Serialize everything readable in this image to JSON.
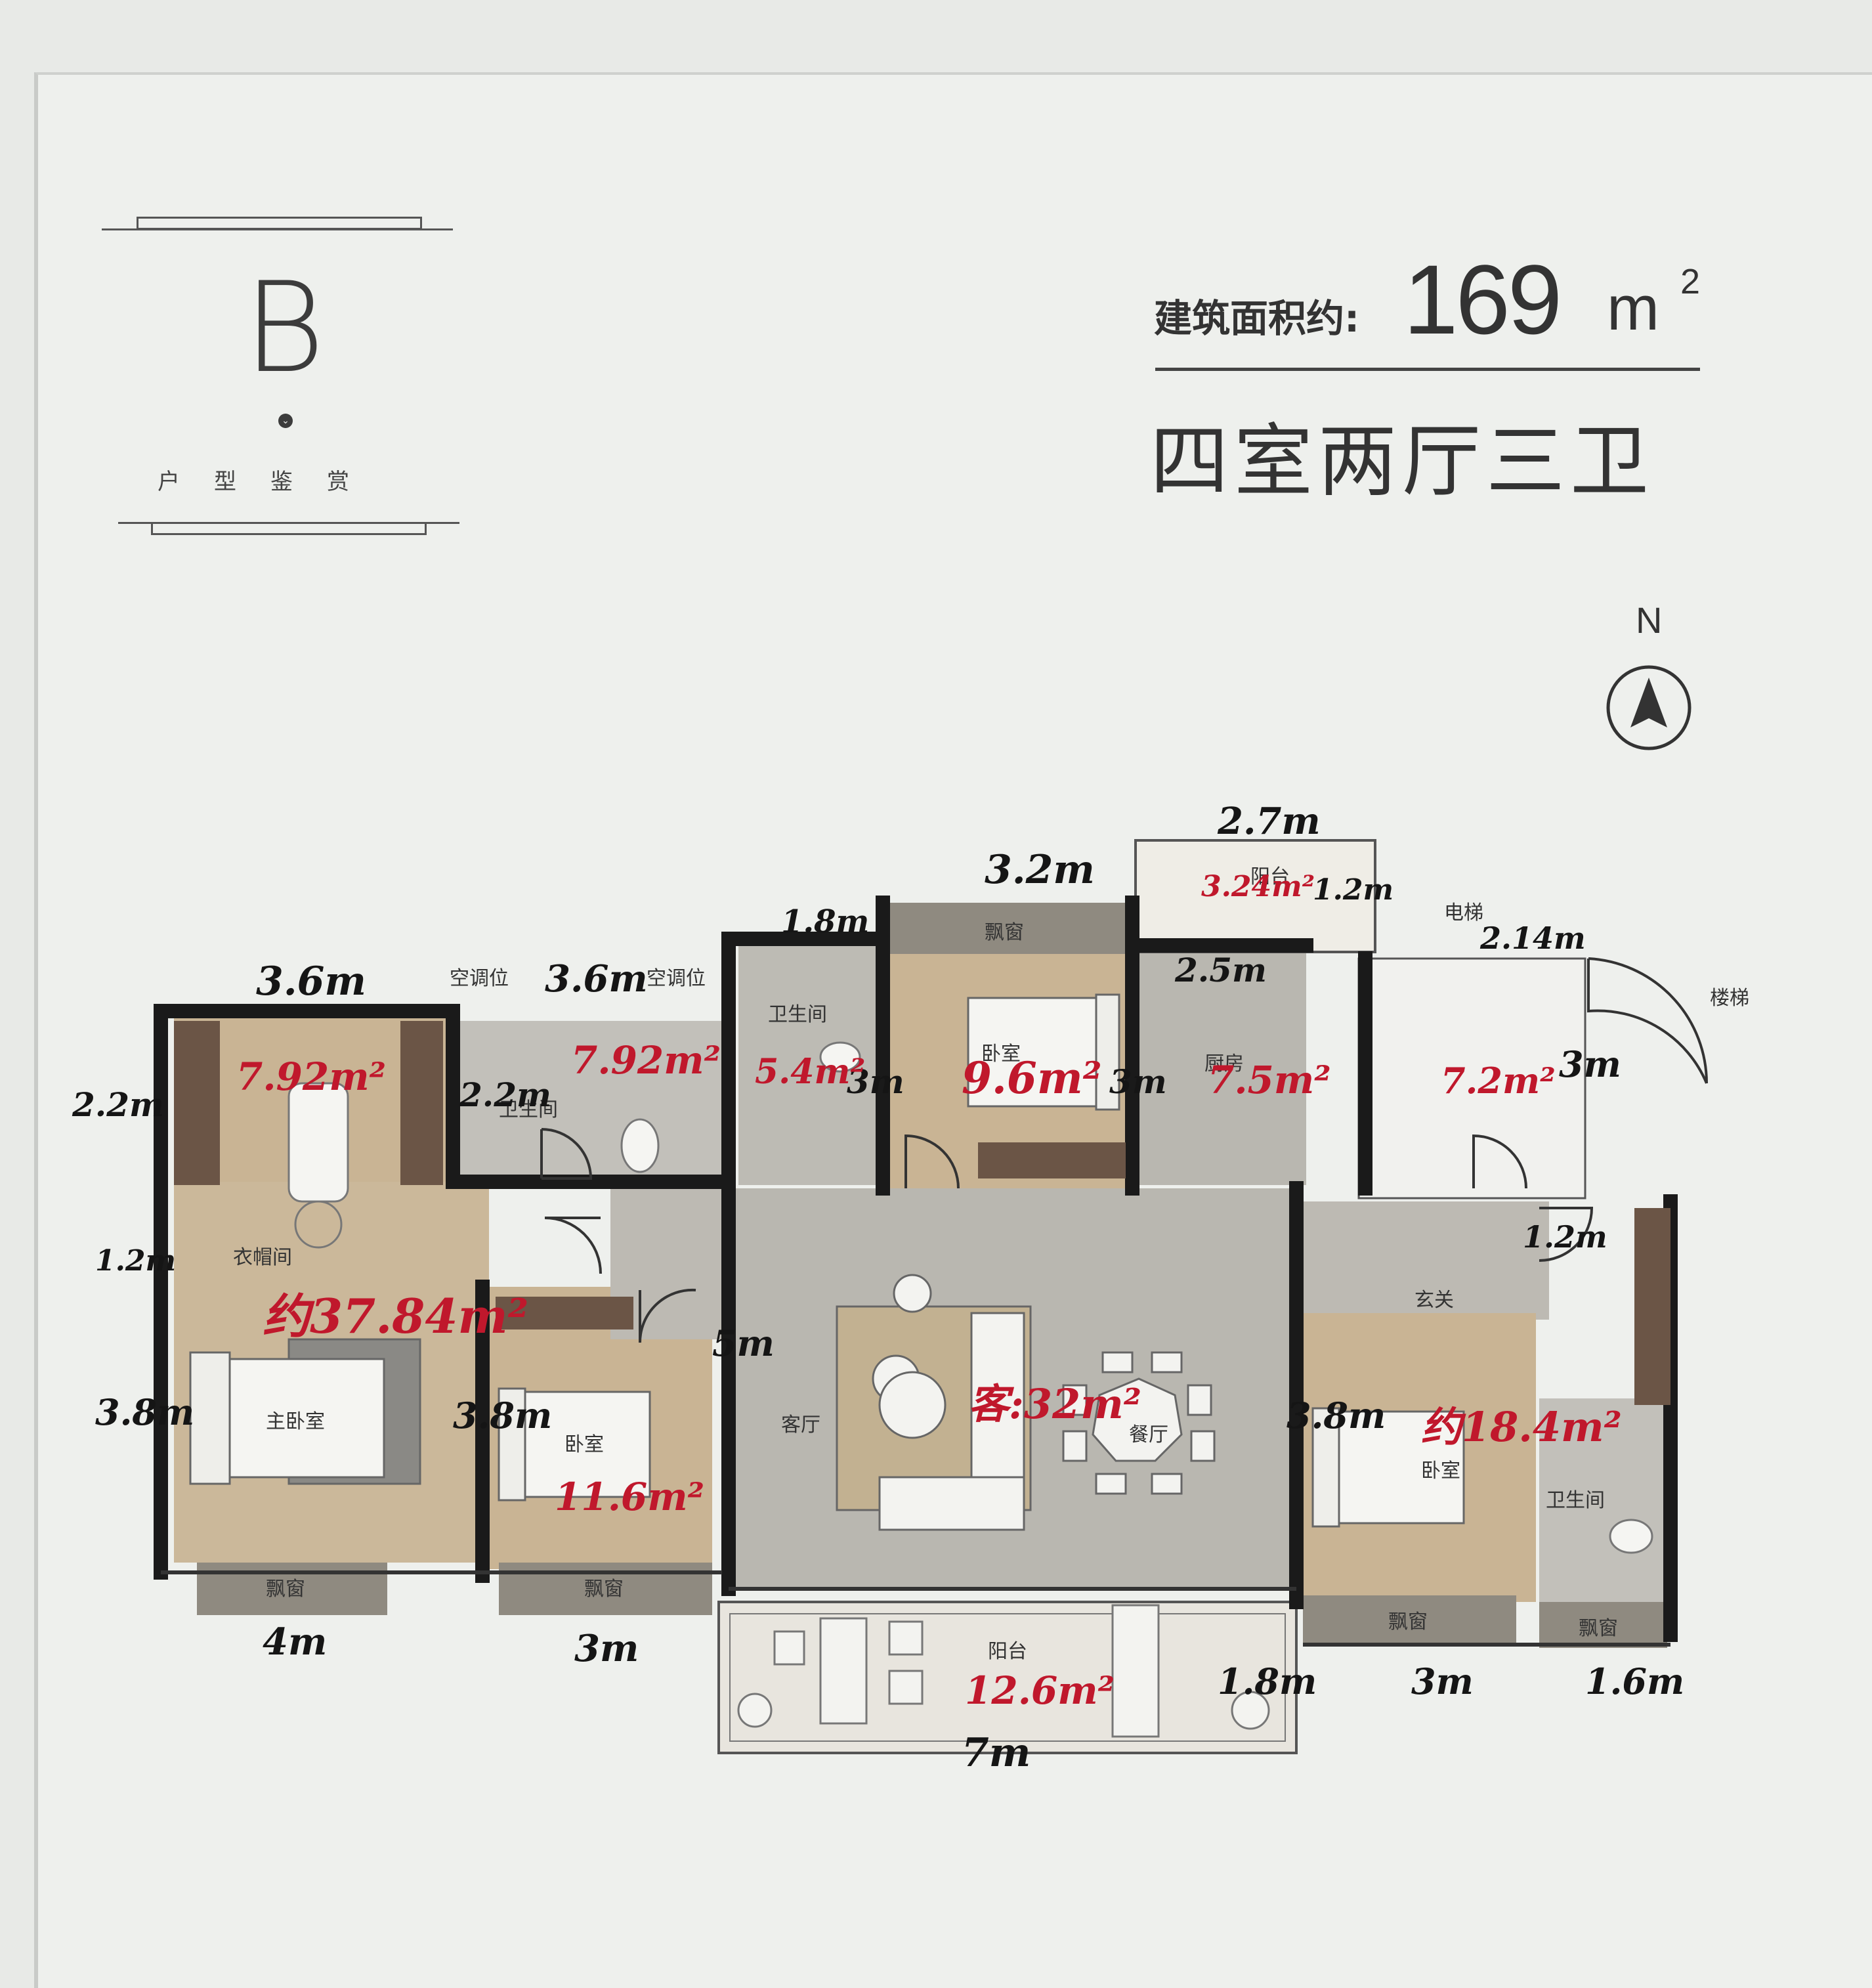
{
  "brand": {
    "letter": "B",
    "subtitle": "户型鉴赏"
  },
  "spec": {
    "area_label": "建筑面积约:",
    "area_value": "169",
    "area_unit": "m",
    "area_sup": "2",
    "layout": "四室两厅三卫"
  },
  "compass": {
    "label": "N"
  },
  "rooms": {
    "ac_1": "空调位",
    "ac_2": "空调位",
    "bay_window_top": "飘窗",
    "bath_top": "卫生间",
    "bath_left": "卫生间",
    "bath_right": "卫生间",
    "elevator": "电梯",
    "stairs": "楼梯",
    "cloakroom": "衣帽间",
    "master_bedroom": "主卧室",
    "bedroom_mid": "卧室",
    "bedroom_top": "卧室",
    "bedroom_right": "卧室",
    "living_room": "客厅",
    "dining_room": "餐厅",
    "entrance": "玄关",
    "balcony": "阳台",
    "kitchen": "厨房",
    "garden": "阳台",
    "bay_window_1": "飘窗",
    "bay_window_2": "飘窗",
    "bay_window_3": "飘窗",
    "bay_window_4": "飘窗"
  },
  "dimensions": {
    "d_3_6_left": "3.6m",
    "d_3_6_mid": "3.6m",
    "d_1_8": "1.8m",
    "d_3_2": "3.2m",
    "d_2_7": "2.7m",
    "d_1_2_top": "1.2m",
    "d_2_14": "2.14m",
    "d_2_5": "2.5m",
    "d_2_2_left": "2.2m",
    "d_2_2_mid": "2.2m",
    "d_1_2_left": "1.2m",
    "d_3_8_left": "3.8m",
    "d_3_8_mid": "3.8m",
    "d_3m_bath": "3m",
    "d_3m_bed": "3m",
    "d_3m_stair": "3m",
    "d_5m": "5m",
    "d_1_2_entry": "1.2m",
    "d_3_8_right": "3.8m",
    "d_4m": "4m",
    "d_3m_bottom": "3m",
    "d_7m": "7m",
    "d_1_8_bottom": "1.8m",
    "d_3m_right": "3m",
    "d_1_6": "1.6m"
  },
  "areas": {
    "a_7_92_left": "7.92m²",
    "a_7_92_mid": "7.92m²",
    "a_5_4": "5.4m²",
    "a_9_6": "9.6m²",
    "a_3_24": "3.24m²",
    "a_7_5": "7.5m²",
    "a_7_2": "7.2m²",
    "a_37_84": "约37.84m²",
    "a_11_6": "11.6m²",
    "a_32": "客:32m²",
    "a_18_4": "约18.4m²",
    "a_12_6": "12.6m²"
  },
  "colors": {
    "wall": "#1a1a1a",
    "wood_floor": "#c9b494",
    "tile_floor": "#b9b7b0",
    "bay_window": "#8f8a80",
    "annotation_black": "#151515",
    "annotation_red": "#c0182c"
  }
}
